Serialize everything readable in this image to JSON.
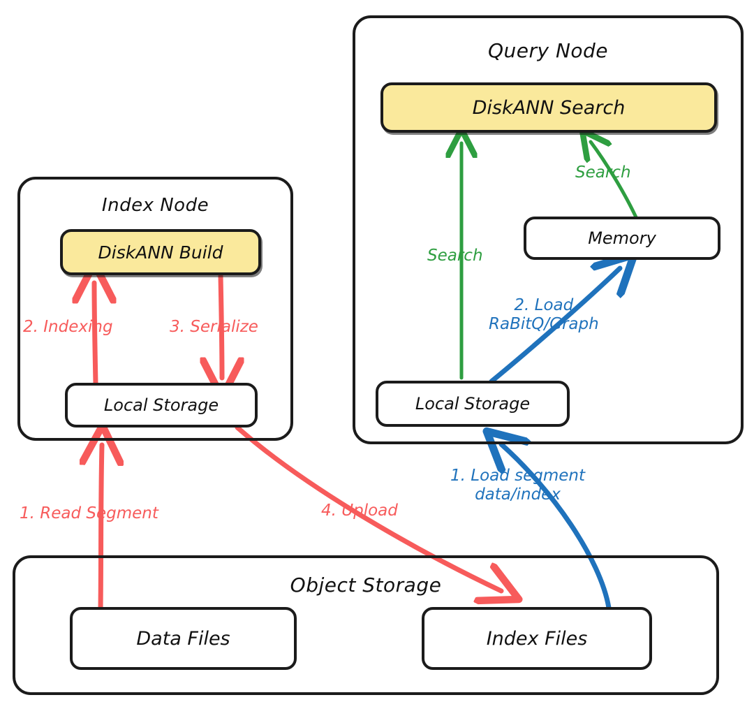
{
  "diagram": {
    "title": "DiskANN index build and search data flow",
    "style": "hand-drawn",
    "colors": {
      "stroke": "#1b1b1b",
      "accent_fill": "#fae99c",
      "red": "#f75b5b",
      "blue": "#1f72bc",
      "green": "#2e9e40",
      "background": "#ffffff"
    }
  },
  "groups": {
    "index_node": {
      "title": "Index Node",
      "nodes": {
        "diskann_build": "DiskANN Build",
        "local_storage": "Local Storage"
      }
    },
    "query_node": {
      "title": "Query Node",
      "nodes": {
        "diskann_search": "DiskANN Search",
        "memory": "Memory",
        "local_storage": "Local Storage"
      }
    },
    "object_storage": {
      "title": "Object Storage",
      "nodes": {
        "data_files": "Data Files",
        "index_files": "Index Files"
      }
    }
  },
  "edges": [
    {
      "id": "read-segment",
      "label": "1. Read Segment",
      "color": "red",
      "from": "Data Files",
      "to": "Index Node / Local Storage"
    },
    {
      "id": "indexing",
      "label": "2. Indexing",
      "color": "red",
      "from": "Index Node / Local Storage",
      "to": "DiskANN Build"
    },
    {
      "id": "serialize",
      "label": "3. Serialize",
      "color": "red",
      "from": "DiskANN Build",
      "to": "Index Node / Local Storage"
    },
    {
      "id": "upload",
      "label": "4. Upload",
      "color": "red",
      "from": "Index Node / Local Storage",
      "to": "Index Files"
    },
    {
      "id": "load-segment",
      "label": "1. Load segment\ndata/index",
      "color": "blue",
      "from": "Index Files",
      "to": "Query Node / Local Storage"
    },
    {
      "id": "load-rabitq",
      "label": "2. Load\nRaBitQ/Graph",
      "color": "blue",
      "from": "Query Node / Local Storage",
      "to": "Memory"
    },
    {
      "id": "search-left",
      "label": "Search",
      "color": "green",
      "from": "Query Node / Local Storage",
      "to": "DiskANN Search"
    },
    {
      "id": "search-right",
      "label": "Search",
      "color": "green",
      "from": "Memory",
      "to": "DiskANN Search"
    }
  ]
}
